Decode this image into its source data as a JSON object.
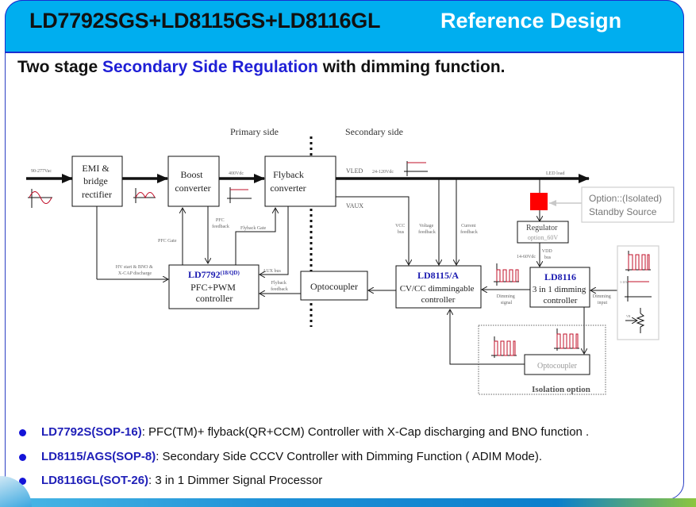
{
  "header": {
    "title": "LD7792SGS+LD8115GS+LD8116GL",
    "subtitle": "Reference Design"
  },
  "headline": {
    "prefix": "Two stage ",
    "highlight": "Secondary Side Regulation",
    "suffix": " with dimming function."
  },
  "diagram": {
    "sides": {
      "primary": "Primary side",
      "secondary": "Secondary side"
    },
    "input_label": "90-277Vac",
    "blocks": {
      "emi": [
        "EMI &",
        "bridge",
        "rectifier"
      ],
      "boost": [
        "Boost",
        "converter"
      ],
      "flyback": [
        "Flyback",
        "converter"
      ],
      "ld7792": {
        "name": "LD7792",
        "suffix": "(18/QD)",
        "lines": [
          "PFC+PWM",
          "controller"
        ]
      },
      "opto_primary": "Optocoupler",
      "ld8115": {
        "name": "LD8115/A",
        "lines": [
          "CV/CC dimmingable",
          "controller"
        ]
      },
      "ld8116": {
        "name": "LD8116",
        "lines": [
          "3 in 1 dimming",
          "controller"
        ]
      },
      "regulator": [
        "Regulator",
        "option_60V"
      ],
      "opto_isolation": "Optocoupler"
    },
    "signals": {
      "boost_out": "400Vdc",
      "vled": "VLED",
      "vled_value": "24-120Vdc",
      "vaux": "VAUX",
      "led_load": "LED load",
      "pfc_feedback": [
        "PFC",
        "feedback"
      ],
      "pfc_gate": "PFC Gate",
      "flyback_gate": "Flyback Gate",
      "hv_start": [
        "HV start & BNO &",
        "X-CAP discharge"
      ],
      "aux_bus": "AUX bus",
      "flyback_feedback": [
        "Flyback",
        "feedback"
      ],
      "vcc_bus": [
        "VCC",
        "bus"
      ],
      "voltage_feedback": [
        "Voltage",
        "feedback"
      ],
      "current_feedback": [
        "Current",
        "feedback"
      ],
      "vdd_bus": [
        "VDD",
        "bus"
      ],
      "vdd_value": "14-60Vdc",
      "dimming_signal": [
        "Dimming",
        "signal"
      ],
      "dimming_input": [
        "Dimming",
        "input"
      ],
      "dc_level": "1-10V",
      "resistor": "VR"
    },
    "callout": [
      "Option::(Isolated)",
      "Standby Source"
    ],
    "isolation_label": "Isolation option"
  },
  "bullets": [
    {
      "part": "LD7792S(SOP-16)",
      "desc": ": PFC(TM)+ flyback(QR+CCM) Controller with X-Cap discharging and BNO function ."
    },
    {
      "part": "LD8115/AGS(SOP-8)",
      "desc": ": Secondary Side CCCV Controller with Dimming Function ( ADIM Mode)."
    },
    {
      "part": "LD8116GL(SOT-26)",
      "desc": ": 3 in 1 Dimmer Signal Processor"
    }
  ],
  "colors": {
    "header_bg": "#00aeef",
    "accent_blue": "#1f1fd6",
    "waveform_red": "#c0102a",
    "standby_red": "#ff0000"
  }
}
